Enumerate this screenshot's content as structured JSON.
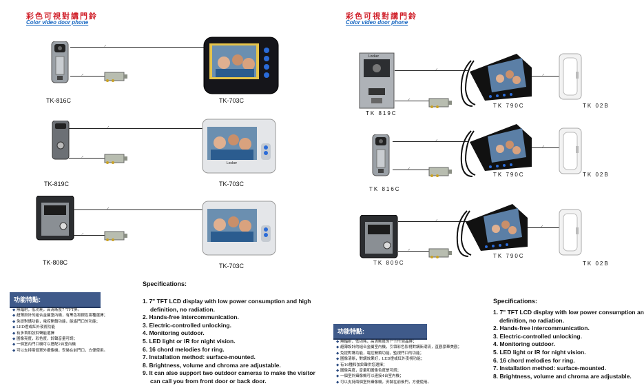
{
  "left": {
    "title_cn": "彩色可視對講門鈴",
    "title_en": "Color video door phone",
    "rows": [
      {
        "outdoor": "TK-816C",
        "indoor": "TK-703C"
      },
      {
        "outdoor": "TK-819C",
        "indoor": "TK-703C"
      },
      {
        "outdoor": "TK-808C",
        "indoor": "TK-703C"
      }
    ],
    "monitor_brand": "Locker",
    "features_title": "功能特點:",
    "features": [
      "無輻射，低功耗，高清晰度7\"TFT屏。",
      "超薄設計的組合金屬室內機，有黑色和銀色兩種選擇；",
      "免提對講功能，電控開鎖功能，能遙門口的功能；",
      "LED燈或紅外夜視功能",
      "有多首和弦鈴聲能選擇",
      "圖像亮度，彩色度，鈴聲音量可調；",
      "一個室內門口機可以搭配2台室內機",
      "可以支持兩個室外攝像機，安裝在前門口，方便使用。"
    ],
    "spec_title": "Specifications:",
    "specs": [
      "1. 7\" TFT LCD display with low power consumption and high",
      "definition, no radiation.",
      "2. Hands-free intercommunication.",
      "3. Electric-controlled unlocking.",
      "4. Monitoring outdoor.",
      "5. LED light or IR for night vision.",
      "6. 16 chord melodies for ring.",
      "7. Installation method: surface-mounted.",
      "8. Brightness, volume and chroma are adjustable.",
      "9. It can also support two outdoor cameras to make the visitor",
      "can call you from front door or back door."
    ]
  },
  "right": {
    "title_cn": "彩色可視對講門鈴",
    "title_en": "Color video door phone",
    "rows": [
      {
        "outdoor": "TK 819C",
        "indoor": "TK 790C",
        "extension": "TK 02B"
      },
      {
        "outdoor": "TK 816C",
        "indoor": "TK 790C",
        "extension": "TK 02B"
      },
      {
        "outdoor": "TK 809C",
        "indoor": "TK 790C",
        "extension": "TK 02B"
      }
    ],
    "camera_brand": "Locker",
    "features_title": "功能特點:",
    "features": [
      "無輻射，低功耗，高清晰度的7\"TFT液晶屏；",
      "超薄設計的組合金屬室內機，引領彩色影視對講新潮流，直觀豪華美觀；",
      "免提對講功能，電控開鎖功能，監視門口的功能；",
      "圖像清晰，對講效果好，LED燈或紅外夜視功能；",
      "有16種和弦鈴聲供您選擇；",
      "圖像亮度，音量和圖像色度是可調；",
      "一個室外攝像機可以連接4台室內機；",
      "可以支持兩個室外攝像機，安裝在前後門，方便使用。"
    ],
    "spec_title": "Specifications:",
    "specs": [
      "1. 7\" TFT LCD display with low power consumption and high",
      "definition, no radiation.",
      "2. Hands-free intercommunication.",
      "3. Electric-controlled unlocking.",
      "4. Monitoring outdoor.",
      "5. LED light or IR for night vision.",
      "6. 16 chord melodies for ring.",
      "7. Installation method: surface-mounted.",
      "8. Brightness, volume and chroma are adjustable."
    ]
  },
  "colors": {
    "title_red": "#d0202a",
    "title_blue": "#1565c0",
    "banner": "#3f5a8a"
  }
}
